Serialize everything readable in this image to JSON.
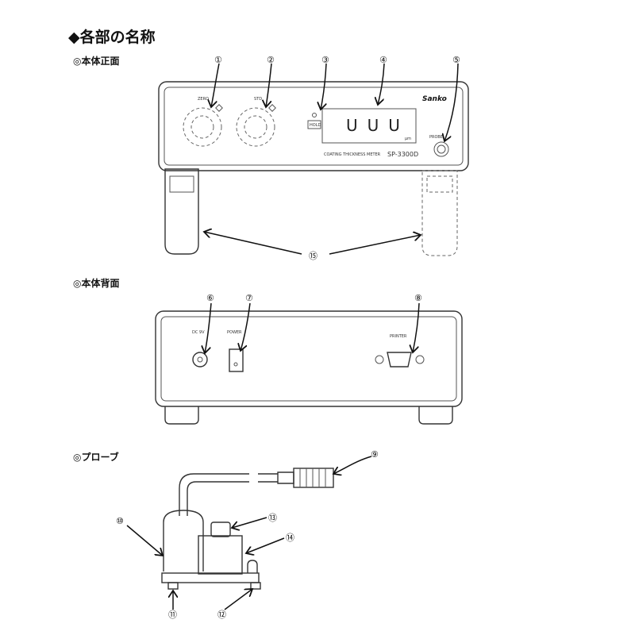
{
  "title": "◆各部の名称",
  "sections": {
    "front": "◎本体正面",
    "back": "◎本体背面",
    "probe": "◎プローブ"
  },
  "front_labels": {
    "zero": "ZERO",
    "std": "STD",
    "hold": "HOLD",
    "display": "UUU",
    "unit": "μm",
    "brand": "Sanko",
    "model_text": "COATING THICKNESS METER",
    "model": "SP-3300D",
    "probe": "PROBE"
  },
  "back_labels": {
    "dc": "DC 9V",
    "power": "POWER",
    "printer": "PRINTER"
  },
  "callouts": [
    "①",
    "②",
    "③",
    "④",
    "⑤",
    "⑥",
    "⑦",
    "⑧",
    "⑨",
    "⑩",
    "⑪",
    "⑫",
    "⑬",
    "⑭",
    "⑮"
  ]
}
